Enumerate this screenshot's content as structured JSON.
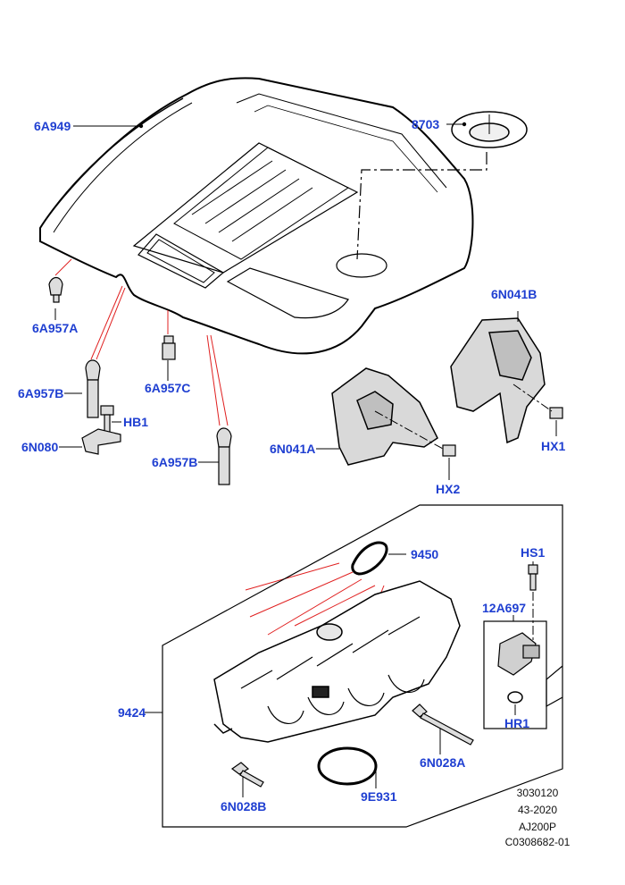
{
  "colors": {
    "callout": "#1f3fd1",
    "leader": "#000000",
    "red_leader": "#e02020",
    "part_fill": "#d9d9d9",
    "part_dark": "#6b6b6b"
  },
  "labels": {
    "engine_cover": "6A949",
    "plug": "8703",
    "stud_a": "6A957A",
    "stud_b_left": "6A957B",
    "stud_c": "6A957C",
    "bolt_hb1": "HB1",
    "bracket": "6N080",
    "stud_b_right": "6A957B",
    "shield_b": "6N041B",
    "shield_a": "6N041A",
    "screw_hx1": "HX1",
    "screw_hx2": "HX2",
    "gasket_9450": "9450",
    "screw_hs1": "HS1",
    "sensor": "12A697",
    "manifold": "9424",
    "oring_hr1": "HR1",
    "bolt_6n028a": "6N028A",
    "bolt_6n028b": "6N028B",
    "seal_9e931": "9E931"
  },
  "reference": {
    "line1": "3030120",
    "line2": "43-2020",
    "line3": "AJ200P",
    "line4": "C0308682-01"
  }
}
